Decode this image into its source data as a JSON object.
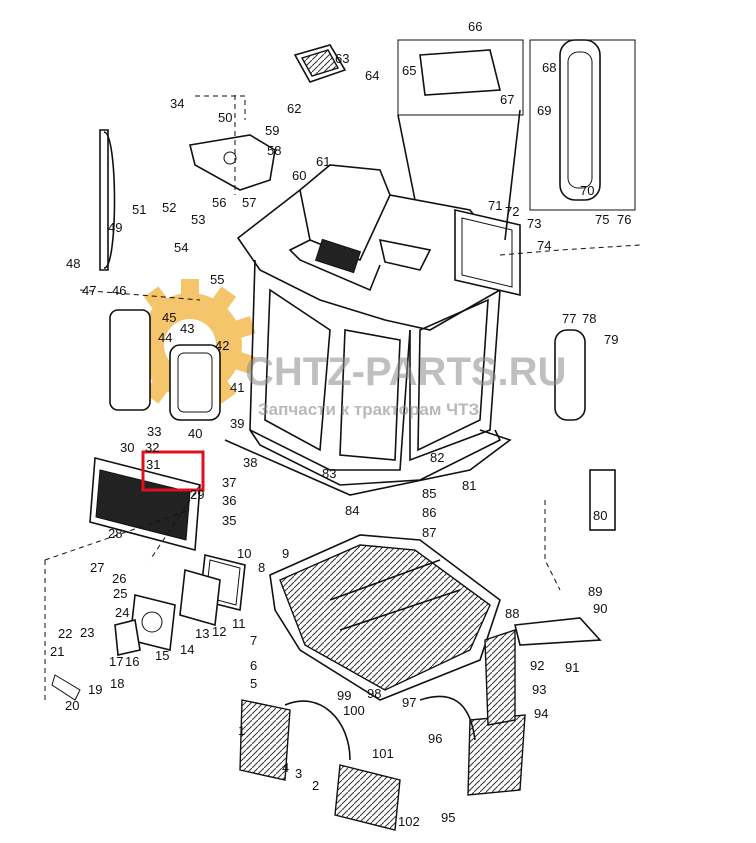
{
  "watermark": {
    "brand": "CHTZ-PARTS.RU",
    "tagline": "Запчасти к тракторам ЧТЗ",
    "colors": {
      "gear": "#f2b23a",
      "text": "#8a8a8a"
    }
  },
  "highlight": {
    "color": "#e01020"
  },
  "part_numbers": [
    "1",
    "2",
    "3",
    "4",
    "5",
    "6",
    "7",
    "8",
    "9",
    "10",
    "11",
    "12",
    "13",
    "14",
    "15",
    "16",
    "17",
    "18",
    "19",
    "20",
    "21",
    "22",
    "23",
    "24",
    "25",
    "26",
    "27",
    "28",
    "29",
    "30",
    "31",
    "32",
    "33",
    "34",
    "35",
    "36",
    "37",
    "38",
    "39",
    "40",
    "41",
    "42",
    "43",
    "44",
    "45",
    "46",
    "47",
    "48",
    "49",
    "50",
    "51",
    "52",
    "53",
    "54",
    "55",
    "56",
    "57",
    "58",
    "59",
    "60",
    "61",
    "62",
    "63",
    "64",
    "65",
    "66",
    "67",
    "68",
    "69",
    "70",
    "71",
    "72",
    "73",
    "74",
    "75",
    "76",
    "77",
    "78",
    "79",
    "80",
    "81",
    "82",
    "83",
    "84",
    "85",
    "86",
    "87",
    "88",
    "89",
    "90",
    "91",
    "92",
    "93",
    "94",
    "95",
    "96",
    "97",
    "98",
    "99",
    "100",
    "101",
    "102"
  ]
}
